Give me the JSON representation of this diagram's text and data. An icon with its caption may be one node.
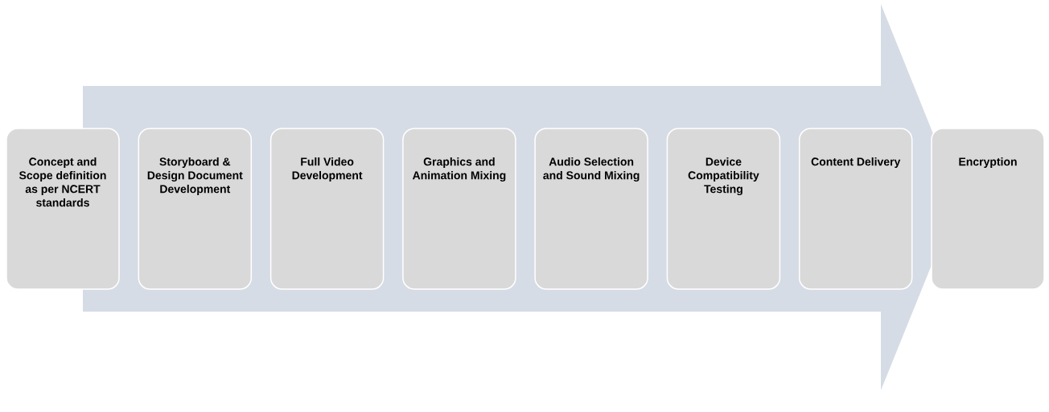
{
  "diagram": {
    "nodes": [
      {
        "text": [
          "Concept and Scope definition as per NCERT standards"
        ]
      },
      {
        "text": [
          "Storyboard & Design Document Development"
        ]
      },
      {
        "text": [
          "Full Video Development"
        ]
      },
      {
        "text": [
          "Graphics and Animation Mixing"
        ]
      },
      {
        "text": [
          "Audio Selection and Sound Mixing"
        ]
      },
      {
        "text": [
          "Device Compatibility Testing"
        ]
      },
      {
        "text": [
          "Content Delivery"
        ]
      },
      {
        "text": [
          "Encryption"
        ]
      }
    ]
  }
}
